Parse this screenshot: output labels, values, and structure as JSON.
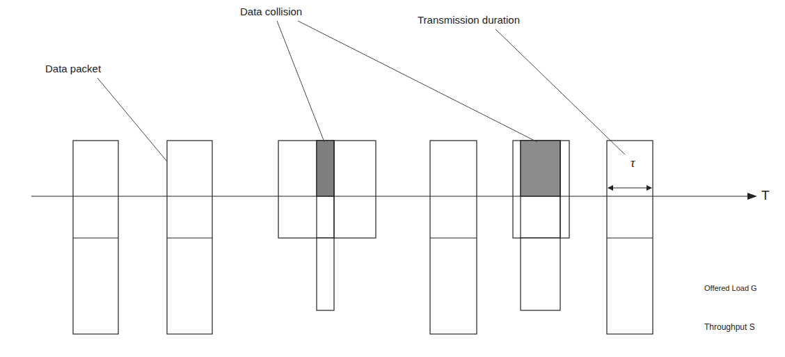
{
  "diagram": {
    "labels": [
      "Data collision",
      "Transmission duration",
      "Data packet",
      "τ",
      "T",
      "Offered Load G",
      "Throughput S"
    ]
  }
}
